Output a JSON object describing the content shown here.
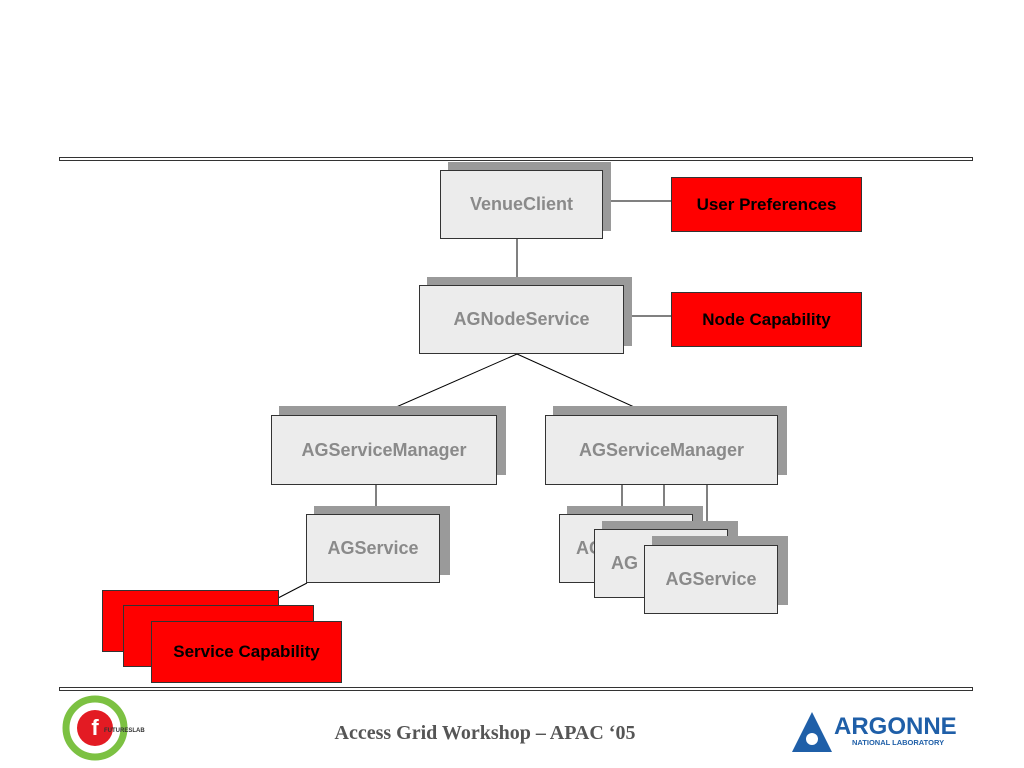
{
  "diagram": {
    "venue_client": "VenueClient",
    "user_preferences": "User Preferences",
    "node_service": "AGNodeService",
    "node_capability": "Node Capability",
    "service_manager_left": "AGServiceManager",
    "service_manager_right": "AGServiceManager",
    "service_left": "AGService",
    "service_right_back": "AG",
    "service_right_middle": "AG",
    "service_right_front": "AGService",
    "service_capability": "Service Capability"
  },
  "footer": {
    "title": "Access Grid Workshop – APAC ‘05",
    "futureslab_logo": "FUTURESLAB",
    "argonne_logo_main": "ARGONNE",
    "argonne_logo_sub": "NATIONAL LABORATORY"
  },
  "colors": {
    "box_fill": "#ececec",
    "box_text": "#8a8a8a",
    "shadow": "#9a9a9a",
    "capability_fill": "#ff0000",
    "argonne_blue": "#1f5fa8",
    "futureslab_green": "#7cc142",
    "futureslab_red": "#e31b23"
  }
}
